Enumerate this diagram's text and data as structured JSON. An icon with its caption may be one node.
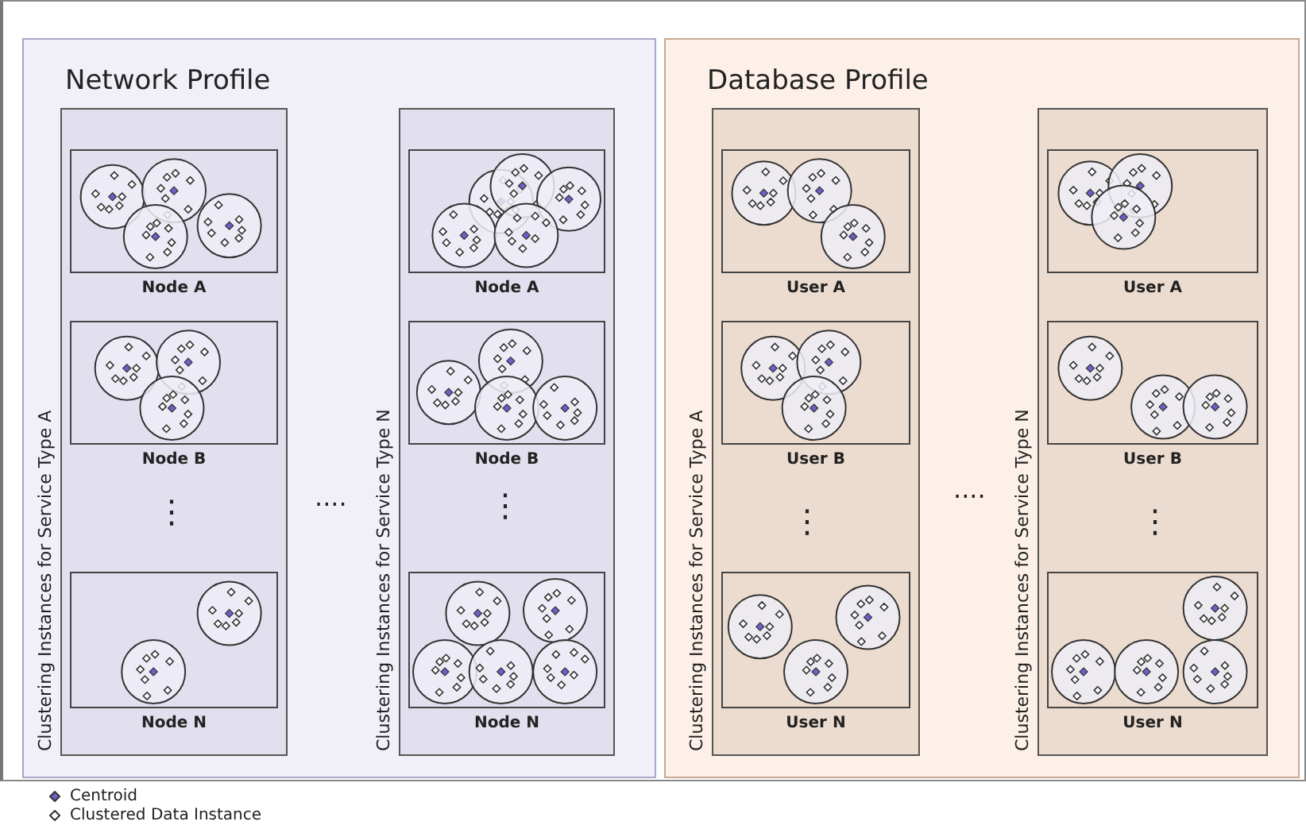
{
  "diagram": {
    "nodes": [
      {
        "text": [
          "Network Profile"
        ]
      },
      {
        "text": [
          "Clustering Instances for Service Type A"
        ],
        "in": 0
      },
      {
        "text": [
          "Node A"
        ],
        "in": 1
      },
      {
        "text": [
          "Node B"
        ],
        "in": 1
      },
      {
        "text": [
          "Node N"
        ],
        "in": 1
      },
      {
        "text": [
          "Clustering Instances for Service Type N"
        ],
        "in": 0
      },
      {
        "text": [
          "Node A"
        ],
        "in": 5
      },
      {
        "text": [
          "Node B"
        ],
        "in": 5
      },
      {
        "text": [
          "Node N"
        ],
        "in": 5
      },
      {
        "text": [
          "Database Profile"
        ]
      },
      {
        "text": [
          "Clustering Instances for Service Type A"
        ],
        "in": 9
      },
      {
        "text": [
          "User A"
        ],
        "in": 10
      },
      {
        "text": [
          "User B"
        ],
        "in": 10
      },
      {
        "text": [
          "User N"
        ],
        "in": 10
      },
      {
        "text": [
          "Clustering Instances for Service Type N"
        ],
        "in": 9
      },
      {
        "text": [
          "User A"
        ],
        "in": 14
      },
      {
        "text": [
          "User B"
        ],
        "in": 14
      },
      {
        "text": [
          "User N"
        ],
        "in": 14
      }
    ],
    "edges": [],
    "labels": [
      "⋮",
      "····",
      "⋮",
      "⋮",
      "····",
      "⋮"
    ],
    "legend": [
      {
        "text": "Centroid"
      },
      {
        "text": "Clustered Data Instance"
      }
    ]
  }
}
